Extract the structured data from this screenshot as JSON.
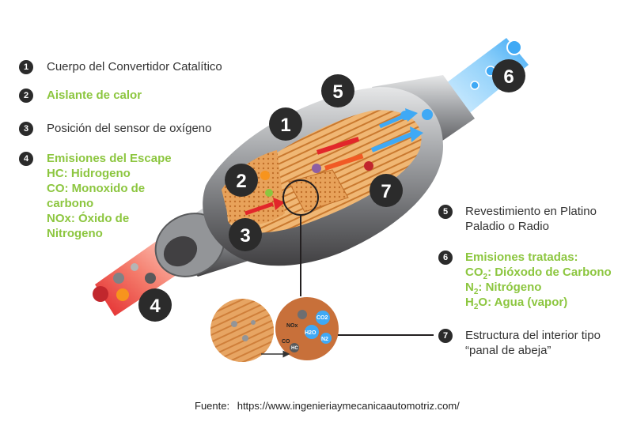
{
  "legend_left": [
    {
      "number": "1",
      "lines": [
        "Cuerpo del Convertidor Catalítico"
      ],
      "color": "dark",
      "icon": "number-badge"
    },
    {
      "number": "2",
      "lines": [
        "Aislante de calor"
      ],
      "color": "green",
      "icon": "number-badge"
    },
    {
      "number": "3",
      "lines": [
        "Posición del sensor de oxígeno"
      ],
      "color": "dark",
      "icon": "number-badge"
    },
    {
      "number": "4",
      "lines": [
        "Emisiones del Escape",
        "HC: Hidrogeno",
        "CO: Monoxido de",
        "carbono",
        "NOx: Óxido de",
        "Nitrogeno"
      ],
      "color": "green",
      "icon": "number-badge"
    }
  ],
  "legend_right": [
    {
      "number": "5",
      "lines": [
        "Revestimiento en Platino",
        "Paladio o Radio"
      ],
      "color": "dark"
    },
    {
      "number": "6",
      "title": "Emisiones tratadas:",
      "formulas": [
        {
          "main": "CO",
          "sub": "2",
          "rest": ": Dióxodo de Carbono"
        },
        {
          "main": "N",
          "sub": "2",
          "rest": ": Nitrógeno"
        },
        {
          "main": "H",
          "sub": "2",
          "rest": "O: Agua (vapor)"
        }
      ],
      "color": "green"
    },
    {
      "number": "7",
      "lines": [
        "Estructura del interior tipo",
        "“panal de abeja”"
      ],
      "color": "dark"
    }
  ],
  "diagram_callouts": [
    "1",
    "2",
    "3",
    "4",
    "5",
    "6",
    "7"
  ],
  "inset_labels": {
    "nox": "NOx",
    "co2": "CO2",
    "h2o": "H2O",
    "n2": "N2",
    "co": "CO",
    "hc": "HC"
  },
  "source": {
    "label": "Fuente:",
    "url": "https://www.ingenieriaymecanicaautomotriz.com/"
  },
  "colors": {
    "green": "#8cc63f",
    "dark": "#2b2b2b",
    "honeycomb": "#e8a25a",
    "inlet_red": "#e2262a",
    "outlet_blue": "#3fa9f5",
    "metal": "#8a8c8e"
  }
}
